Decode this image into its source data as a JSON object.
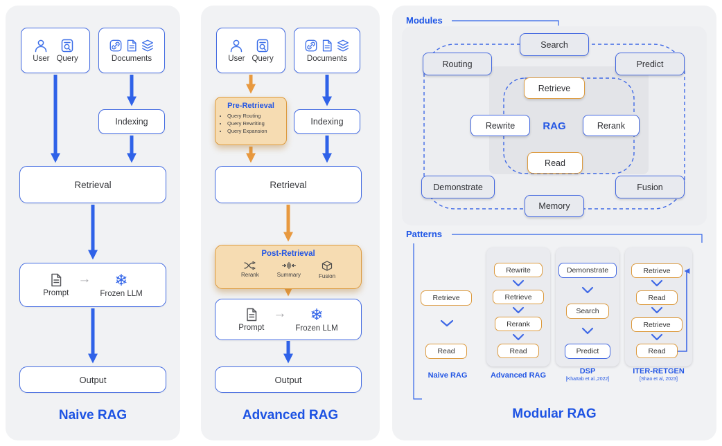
{
  "colors": {
    "accent_blue": "#2457E4",
    "arrow_blue": "#2F62E8",
    "accent_orange": "#DC9A3E",
    "orange_fill": "#F6DCB2",
    "panel_bg": "#F1F2F4",
    "box_border_blue": "#4169E1",
    "text_dark": "#36373B"
  },
  "icons": {
    "frozen_llm": "❄",
    "prompt_to_llm": "→"
  },
  "naive": {
    "title": "Naive RAG",
    "user": "User",
    "query": "Query",
    "documents": "Documents",
    "indexing": "Indexing",
    "retrieval": "Retrieval",
    "prompt": "Prompt",
    "frozen_llm": "Frozen LLM",
    "output": "Output"
  },
  "advanced": {
    "title": "Advanced RAG",
    "user": "User",
    "query": "Query",
    "documents": "Documents",
    "indexing": "Indexing",
    "retrieval": "Retrieval",
    "pre_retrieval": {
      "title": "Pre-Retrieval",
      "items": [
        "Query Routing",
        "Query Rewriting",
        "Query Expansion"
      ]
    },
    "post_retrieval": {
      "title": "Post-Retrieval",
      "items": [
        {
          "label": "Rerank",
          "icon": "shuffle-icon"
        },
        {
          "label": "Summary",
          "icon": "summary-icon"
        },
        {
          "label": "Fusion",
          "icon": "cube-icon"
        }
      ]
    },
    "prompt": "Prompt",
    "frozen_llm": "Frozen LLM",
    "output": "Output"
  },
  "modular": {
    "title": "Modular RAG",
    "modules_label": "Modules",
    "patterns_label": "Patterns",
    "rag_center": "RAG",
    "modules": {
      "search": "Search",
      "routing": "Routing",
      "predict": "Predict",
      "retrieve": "Retrieve",
      "rewrite": "Rewrite",
      "rerank": "Rerank",
      "read": "Read",
      "demonstrate": "Demonstrate",
      "fusion": "Fusion",
      "memory": "Memory"
    },
    "patterns": [
      {
        "name": "Naive RAG",
        "citation": "",
        "steps": [
          {
            "label": "Retrieve",
            "color": "orange"
          },
          {
            "label": "Read",
            "color": "orange"
          }
        ]
      },
      {
        "name": "Advanced RAG",
        "citation": "",
        "steps": [
          {
            "label": "Rewrite",
            "color": "orange"
          },
          {
            "label": "Retrieve",
            "color": "orange"
          },
          {
            "label": "Rerank",
            "color": "orange"
          },
          {
            "label": "Read",
            "color": "orange"
          }
        ]
      },
      {
        "name": "DSP",
        "citation": "[Khattab et al.,2022]",
        "steps": [
          {
            "label": "Demonstrate",
            "color": "blue"
          },
          {
            "label": "Search",
            "color": "orange"
          },
          {
            "label": "Predict",
            "color": "blue"
          }
        ]
      },
      {
        "name": "ITER-RETGEN",
        "citation": "[Shao et al, 2023]",
        "steps": [
          {
            "label": "Retrieve",
            "color": "orange"
          },
          {
            "label": "Read",
            "color": "orange"
          },
          {
            "label": "Retrieve",
            "color": "orange"
          },
          {
            "label": "Read",
            "color": "orange"
          }
        ]
      }
    ]
  }
}
